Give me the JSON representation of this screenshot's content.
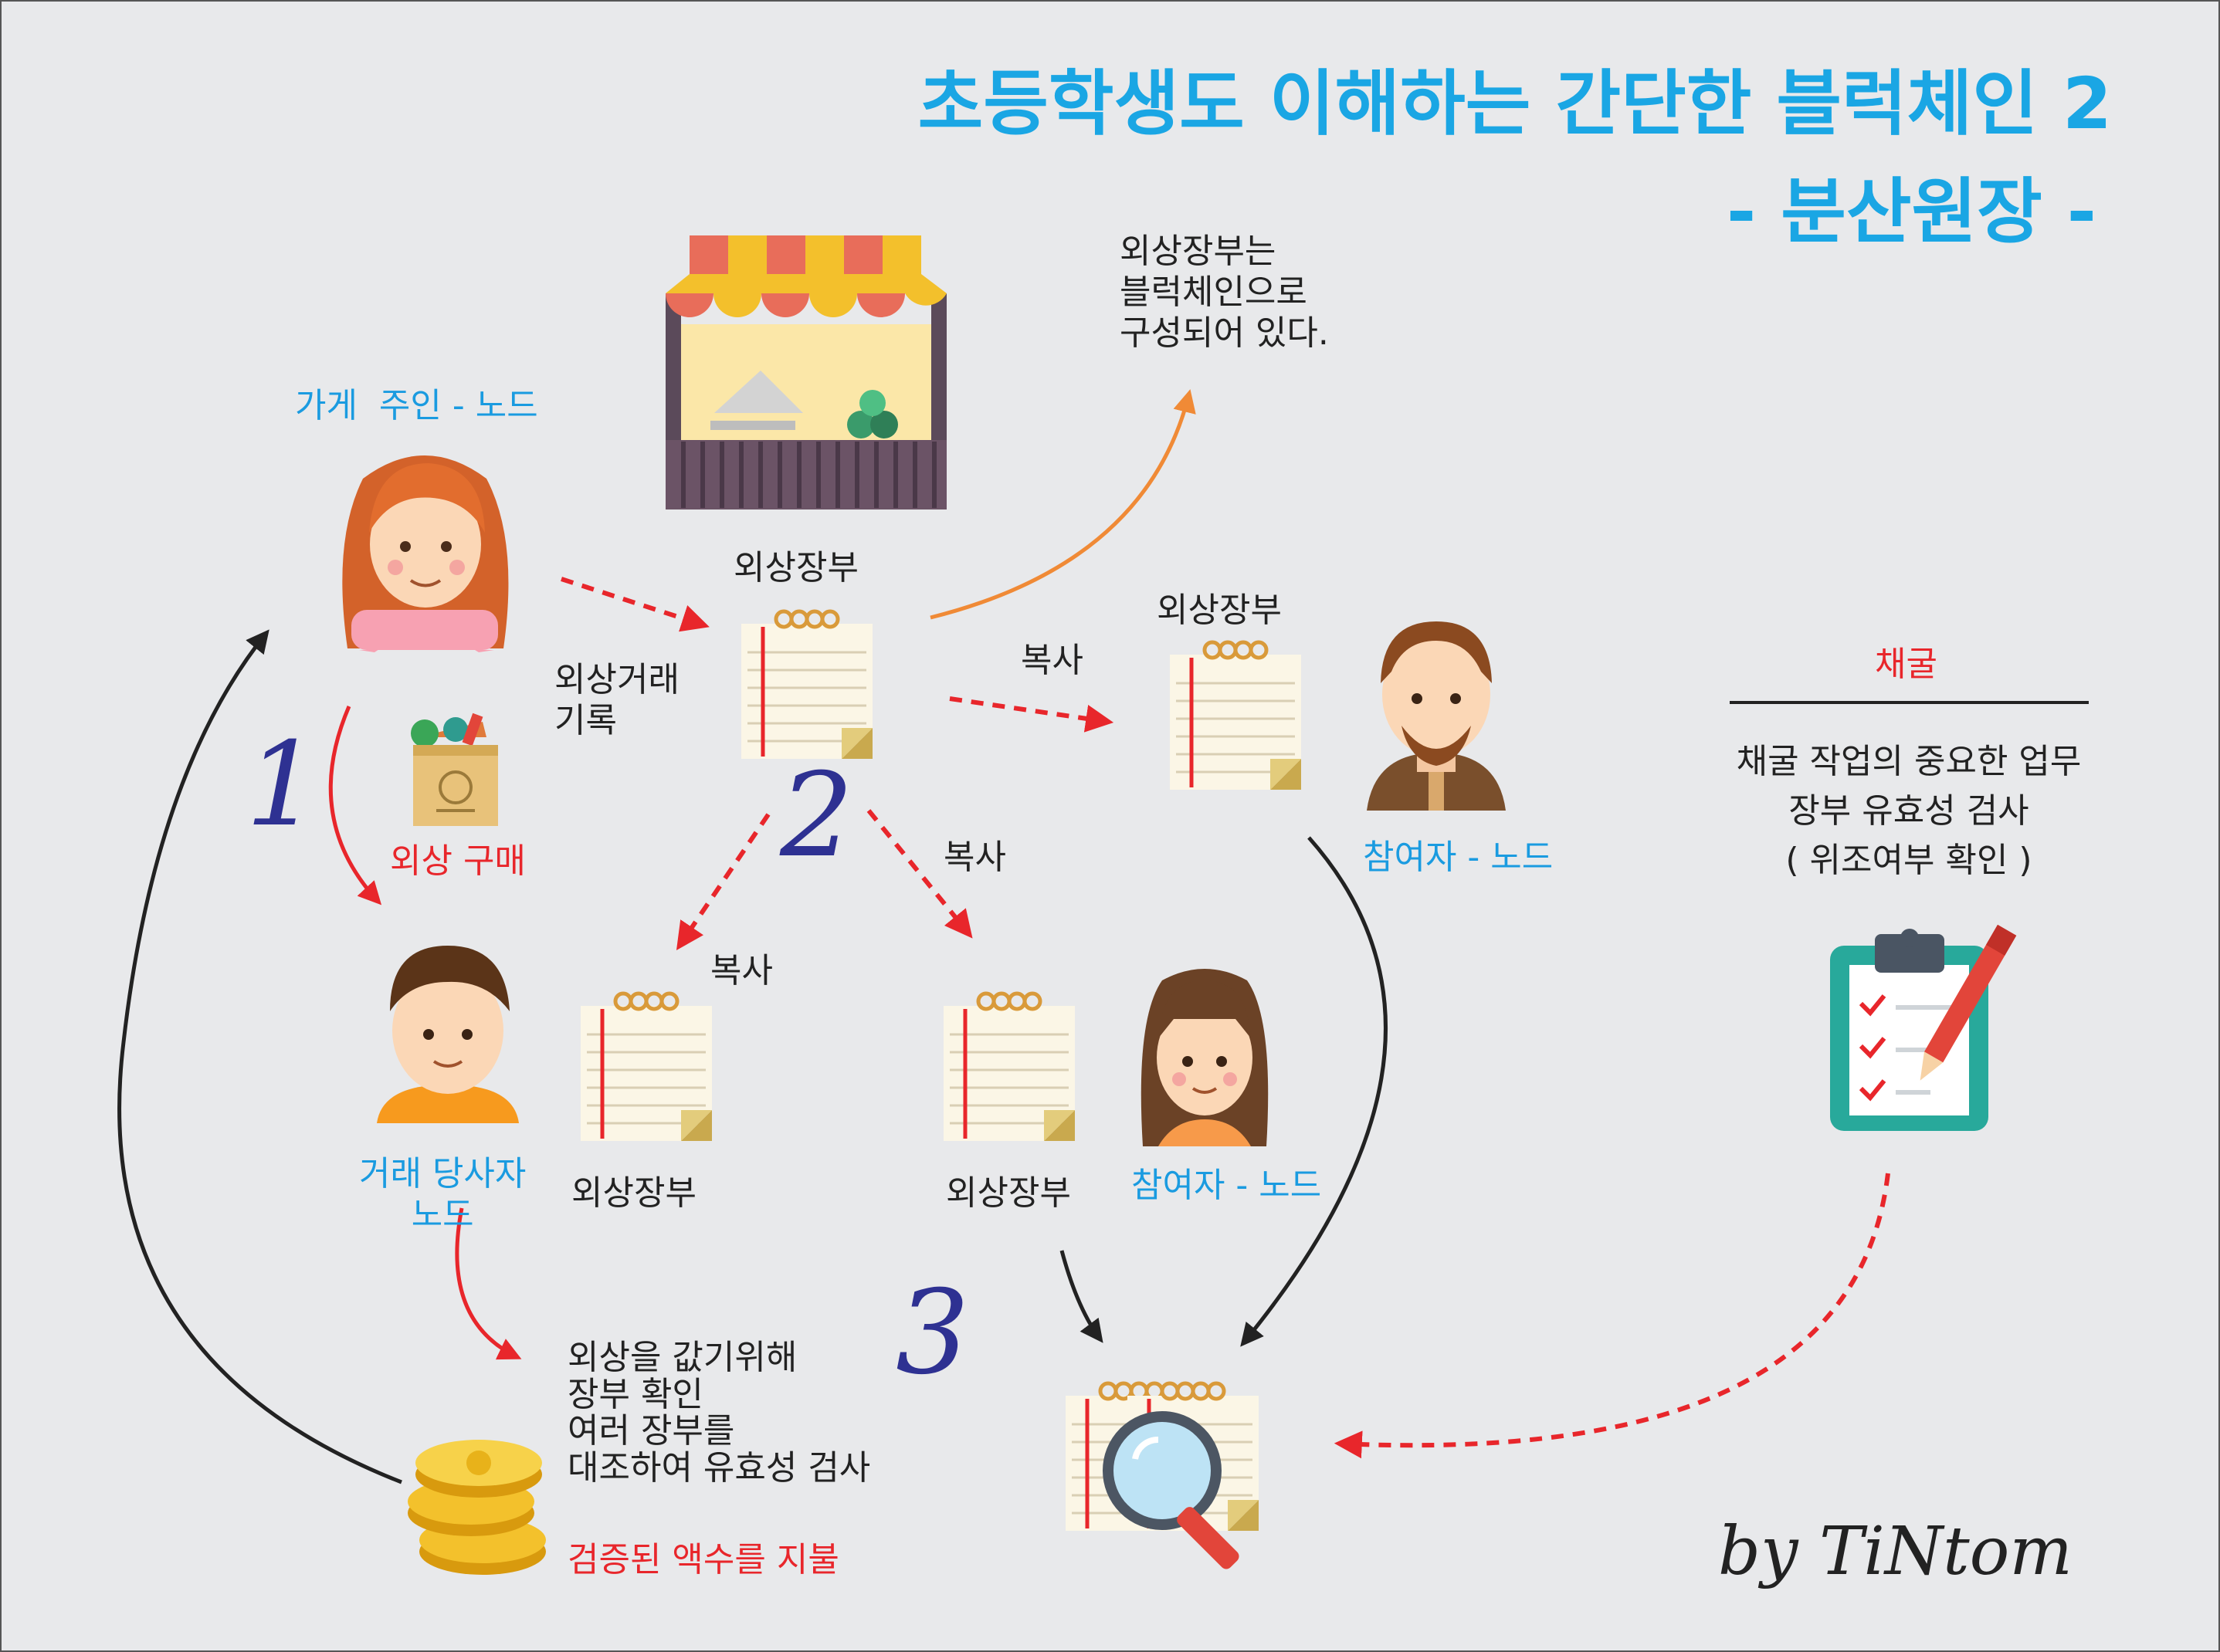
{
  "title": {
    "line1": "초등학생도 이해하는 간단한 블럭체인 2",
    "line2": "- 분산원장 -"
  },
  "labels": {
    "store_owner": "가게  주인 - 노드",
    "ledger_center": "외상장부",
    "ledger_right": "외상장부",
    "ledger_left_bottom": "외상장부",
    "ledger_mid_bottom": "외상장부",
    "credit_record": "외상거래\n기록",
    "blockchain_note": "외상장부는\n블럭체인으로\n구성되어 있다.",
    "copy_right": "복사",
    "copy_mid_right": "복사",
    "copy_mid_left": "복사",
    "credit_purchase": "외상 구매",
    "participant_right": "참여자 - 노드",
    "participant_bottom": "참여자 - 노드",
    "trade_party": "거래 당사자\n노드",
    "verify_text": "외상을 값기위해\n장부 확인\n여러 장부를\n대조하여 유효성 검사",
    "pay_text": "검증된 액수를 지불"
  },
  "mining": {
    "title": "채굴",
    "desc": "채굴 작업의 중요한 업무\n장부 유효성 검사\n( 위조여부 확인 )"
  },
  "steps": [
    "1",
    "2",
    "3"
  ],
  "signature": "by  TiNtom",
  "colors": {
    "title_blue": "#1aa6e4",
    "label_blue": "#1a9be0",
    "red": "#e8262b",
    "step_navy": "#2e3192",
    "orange_arrow": "#f08a36",
    "background": "#e8e9eb"
  },
  "icons": [
    "store-icon",
    "woman-owner-icon",
    "man-beard-icon",
    "boy-icon",
    "girl-icon",
    "ledger-icon",
    "grocery-bag-icon",
    "coins-icon",
    "magnifier-ledgers-icon",
    "clipboard-checklist-icon"
  ]
}
